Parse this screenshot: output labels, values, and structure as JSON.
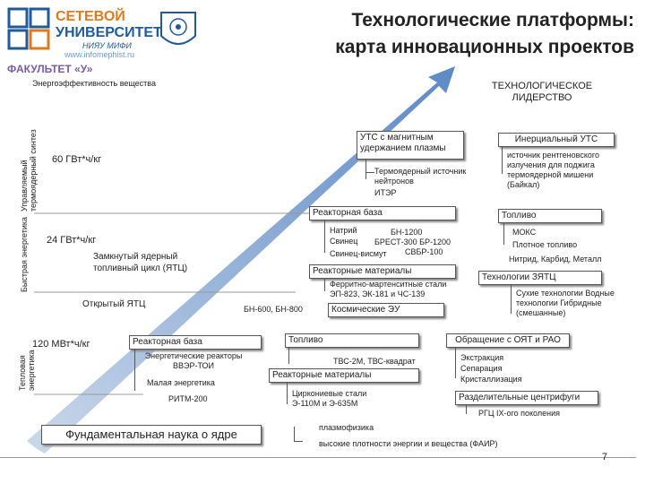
{
  "header": {
    "title_line1": "Технологические платформы:",
    "title_line2": "карта инновационных проектов",
    "univ_line1": "СЕТЕВОЙ",
    "univ_line2": "УНИВЕРСИТЕТ",
    "univ_sub": "НИЯУ МИФИ",
    "website": "www.infomephist.ru",
    "faculty": "ФАКУЛЬТЕТ «У»"
  },
  "top_left": {
    "energy": "Энергоэффективность вещества"
  },
  "top_right": {
    "leadership": "ТЕХНОЛОГИЧЕСКОЕ ЛИДЕРСТВО"
  },
  "axis": {
    "controlled_fusion": "Управляемый термоядерный синтез",
    "fast_energy": "Быстрая энергетика",
    "thermal_energy": "Тепловая энергетика"
  },
  "levels": {
    "l60": "60 ГВт*ч/кг",
    "l24": "24 ГВт*ч/кг",
    "l120": "120 МВт*ч/кг"
  },
  "fusion": {
    "uts_magnetic": "УТС с магнитным удержанием плазмы",
    "thermo_source": "Термоядерный источник нейтронов",
    "iter": "ИТЭР",
    "inertial": "Инерциальный УТС",
    "xray": "источник рентгеновского излучения для поджига термоядерной мишени (Байкал)"
  },
  "fast": {
    "reactor_base": "Реакторная база",
    "sodium": "Натрий",
    "bn1200": "БН-1200",
    "lead": "Свинец",
    "brest": "БРЕСТ-300 БР-1200",
    "lead_bismuth": "Свинец-висмут",
    "svbr": "СВБР-100",
    "closed_cycle": "Замкнутый ядерный топливный цикл (ЯТЦ)",
    "open_cycle": "Открытый ЯТЦ",
    "bn600": "БН-600, БН-800",
    "reactor_materials": "Реакторные материалы",
    "ferritic": "Ферритно-мартенситные стали ЭП-823, ЭК-181 и ЧС-139",
    "space": "Космические ЭУ",
    "fuel": "Топливо",
    "mox": "МОКС",
    "dense_fuel": "Плотное топливо",
    "nitride": "Нитрид, Карбид, Металл",
    "tech_ytc": "Технологии ЗЯТЦ",
    "dry_tech": "Сухие технологии Водные технологии Гибридные (смешанные)"
  },
  "thermal": {
    "reactor_base": "Реакторная база",
    "energy_reactors": "Энергетические реакторы ВВЭР-ТОИ",
    "small": "Малая энергетика",
    "ritm": "РИТМ-200",
    "fuel": "Топливо",
    "tvs": "ТВС-2М, ТВС-квадрат",
    "reactor_materials": "Реакторные материалы",
    "zirc": "Циркониевые стали Э-110М и Э-635М",
    "oyat": "Обращение с ОЯТ и РАО",
    "extraction": "Экстракция",
    "separation": "Сепарация",
    "crystal": "Кристаллизация",
    "centrifuge": "Разделительные центрифуги",
    "rgc": "РГЦ IX-ого поколения"
  },
  "bottom": {
    "fundamental": "Фундаментальная наука о ядре",
    "plasma": "плазмофизика",
    "high_density": "высокие плотности энергии и вещества (ФАИР)"
  },
  "page_number": "7"
}
